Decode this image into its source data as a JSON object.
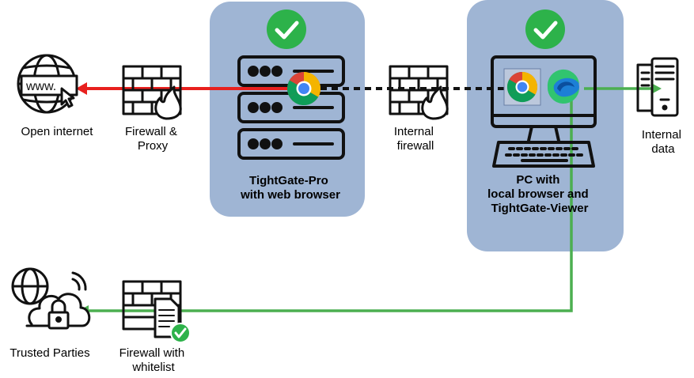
{
  "nodes": {
    "open_internet": {
      "label": "Open internet",
      "icon": "globe-www-icon"
    },
    "firewall_proxy": {
      "label_lines": [
        "Firewall &",
        "Proxy"
      ],
      "icon": "firewall-flame-icon"
    },
    "tightgate_pro": {
      "label_lines": [
        "TightGate-Pro",
        "with web browser"
      ],
      "icon": "server-rack-icon",
      "status_icon": "check-circle-icon",
      "browser_icon": "chrome-icon"
    },
    "internal_firewall": {
      "label_lines": [
        "Internal",
        "firewall"
      ],
      "icon": "firewall-flame-icon"
    },
    "pc": {
      "label_lines": [
        "PC with",
        "local browser and",
        "TightGate-Viewer"
      ],
      "icon": "desktop-pc-icon",
      "status_icon": "check-circle-icon",
      "browser_icons": [
        "chrome-icon",
        "edge-icon"
      ]
    },
    "internal_data": {
      "label_lines": [
        "Internal",
        "data"
      ],
      "icon": "server-tower-icon"
    },
    "trusted_parties": {
      "label": "Trusted Parties",
      "icon": "cloud-lock-icon"
    },
    "firewall_whitelist": {
      "label_lines": [
        "Firewall with",
        "whitelist"
      ],
      "icon": "firewall-document-check-icon"
    }
  },
  "colors": {
    "panel": "#9fb5d4",
    "check": "#2db24a",
    "red_link": "#e8201e",
    "green_link": "#4caf50",
    "dashed_link": "#111111"
  }
}
